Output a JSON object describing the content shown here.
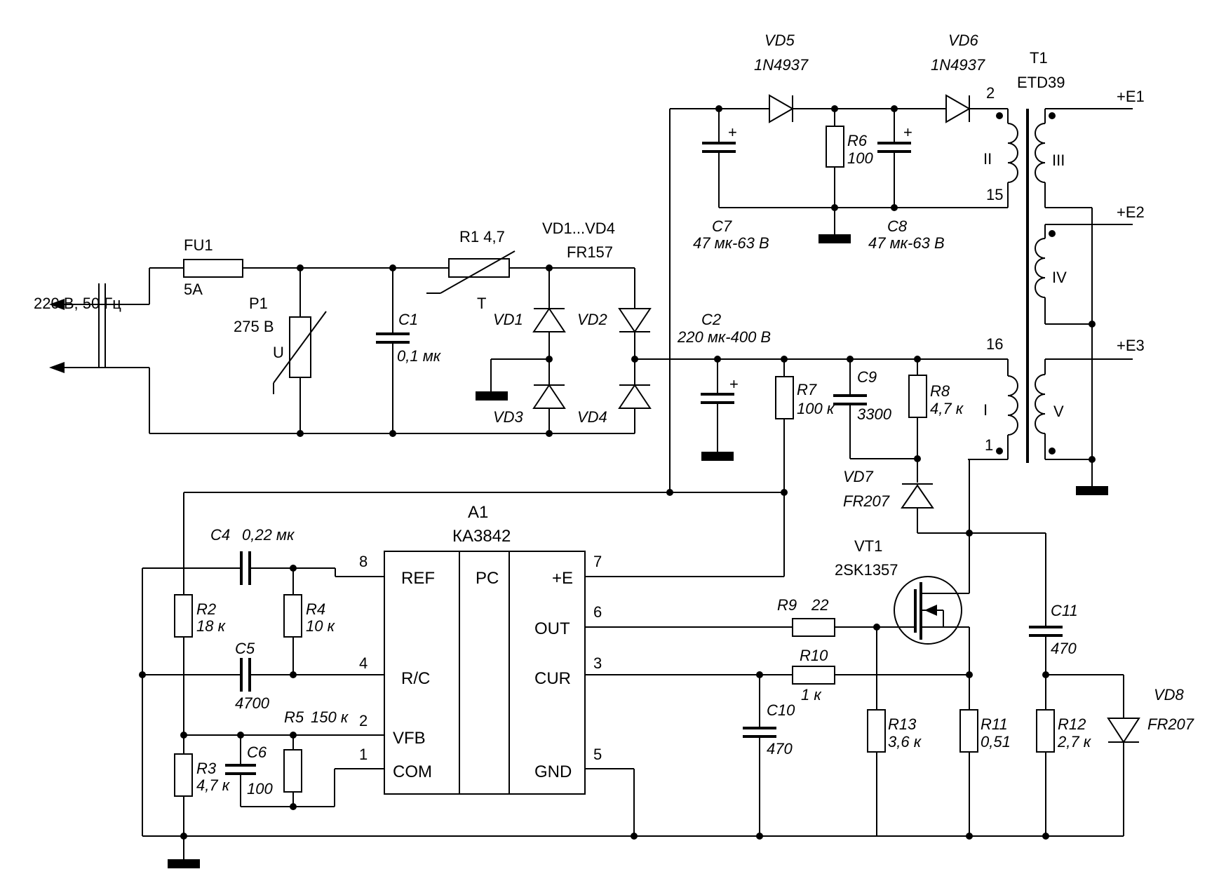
{
  "labels": {
    "mains": "220 В, 50 Гц",
    "fu1": "FU1",
    "fu1_val": "5A",
    "p1": "P1",
    "p1_val": "275 В",
    "p1_u": "U",
    "c1": "C1",
    "c1_val": "0,1 мк",
    "r1": "R1 4,7",
    "r1_t": "T",
    "vd14": "VD1...VD4",
    "vd14_type": "FR157",
    "vd1": "VD1",
    "vd2": "VD2",
    "vd3": "VD3",
    "vd4": "VD4",
    "c2": "C2",
    "c2_val": "220 мк-400 В",
    "vd5": "VD5",
    "vd5_type": "1N4937",
    "vd6": "VD6",
    "vd6_type": "1N4937",
    "t1": "T1",
    "t1_type": "ETD39",
    "r6": "R6",
    "r6_val": "100",
    "c7": "C7",
    "c7_val": "47 мк-63 В",
    "c8": "C8",
    "c8_val": "47 мк-63 В",
    "w_ii": "II",
    "w_iii": "III",
    "w_iv": "IV",
    "w_v": "V",
    "w_i": "I",
    "pin2": "2",
    "pin15": "15",
    "pin16": "16",
    "pin1": "1",
    "e1": "+E1",
    "e2": "+E2",
    "e3": "+E3",
    "r7": "R7",
    "r7_val": "100 к",
    "c9": "C9",
    "c9_val": "3300",
    "r8": "R8",
    "r8_val": "4,7 к",
    "vd7": "VD7",
    "vd7_type": "FR207",
    "a1": "A1",
    "a1_type": "КА3842",
    "pin_ref": "REF",
    "pin_pc": "PC",
    "pin_e": "+E",
    "pin_out": "OUT",
    "pin_rc": "R/C",
    "pin_cur": "CUR",
    "pin_vfb": "VFB",
    "pin_com": "COM",
    "pin_gnd": "GND",
    "n8": "8",
    "n4": "4",
    "n2": "2",
    "n1": "1",
    "n7": "7",
    "n6": "6",
    "n3": "3",
    "n5": "5",
    "c4": "C4",
    "c4_val": "0,22 мк",
    "r2": "R2",
    "r2_val": "18 к",
    "r4": "R4",
    "r4_val": "10 к",
    "c5": "C5",
    "c5_val": "4700",
    "r5": "R5",
    "r5_val": "150 к",
    "c6": "C6",
    "c6_val": "100",
    "r3": "R3",
    "r3_val": "4,7 к",
    "vt1": "VT1",
    "vt1_type": "2SK1357",
    "r9": "R9",
    "r9_val": "22",
    "r10": "R10",
    "r10_val": "1 к",
    "c10": "C10",
    "c10_val": "470",
    "r13": "R13",
    "r13_val": "3,6 к",
    "r11": "R11",
    "r11_val": "0,51",
    "c11": "C11",
    "c11_val": "470",
    "r12": "R12",
    "r12_val": "2,7 к",
    "vd8": "VD8",
    "vd8_type": "FR207",
    "plus": "+"
  }
}
